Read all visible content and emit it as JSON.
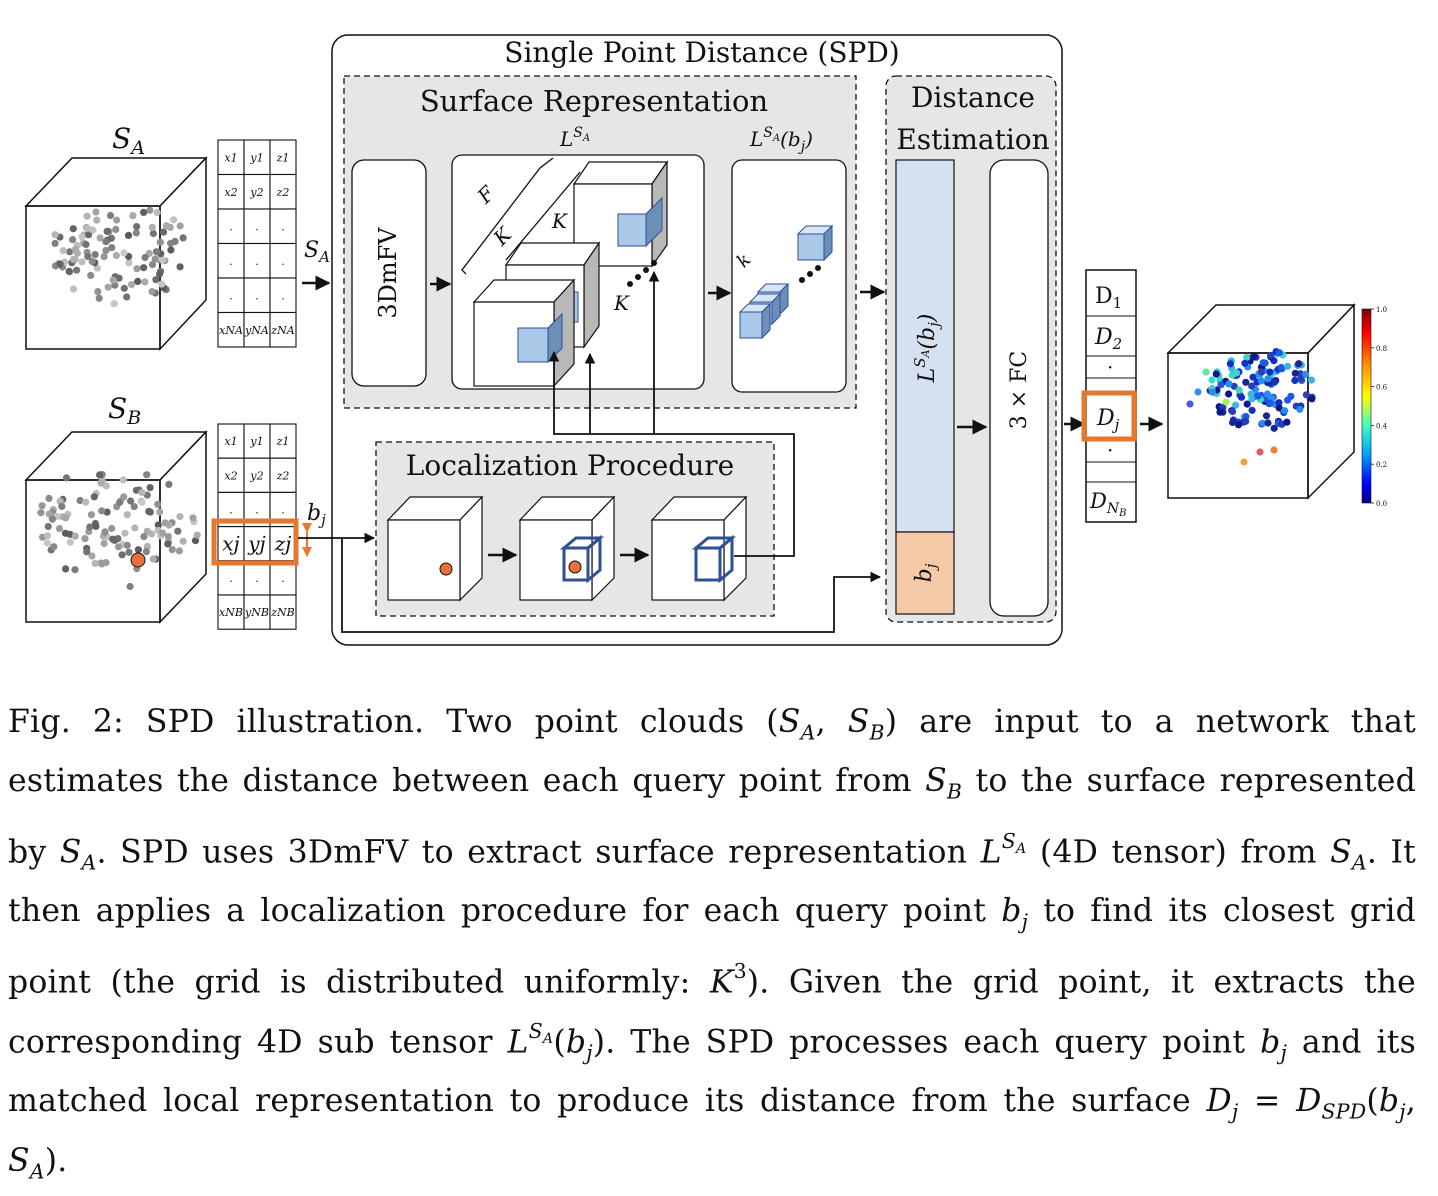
{
  "spd": {
    "title": "Single Point Distance (SPD)"
  },
  "surface": {
    "title": "Surface Representation",
    "block_3dmfv": "3DmFV",
    "tensor_label": "L",
    "tensor_sup": "S",
    "tensor_sup_sub": "A",
    "local_label": "L",
    "local_sup": "S",
    "local_sup_sub": "A",
    "local_arg": "(b",
    "local_arg_sub": "j",
    "local_arg_close": ")",
    "dim_f": "F",
    "dim_k1": "K",
    "dim_k2": "K",
    "dim_k3": "K",
    "dim_k_small": "k"
  },
  "localization": {
    "title": "Localization Procedure"
  },
  "distance": {
    "title_line1": "Distance",
    "title_line2": "Estimation",
    "feature_label": "L^{S_A}(b_j)",
    "query_label": "b_j",
    "fc_label": "3 × FC"
  },
  "inputs": {
    "sa_label": "S",
    "sa_sub": "A",
    "sb_label": "S",
    "sb_sub": "B",
    "sa_arrow_label": "S",
    "sa_arrow_sub": "A",
    "bj_arrow_label": "b",
    "bj_arrow_sub": "j",
    "table_a_rows": [
      [
        "x1",
        "y1",
        "z1"
      ],
      [
        "x2",
        "y2",
        "z2"
      ],
      [
        ".",
        ".",
        "."
      ],
      [
        ".",
        ".",
        "."
      ],
      [
        ".",
        ".",
        "."
      ],
      [
        "xNA",
        "yNA",
        "zNA"
      ]
    ],
    "table_b_rows": [
      [
        "x1",
        "y1",
        "z1"
      ],
      [
        "x2",
        "y2",
        "z2"
      ],
      [
        ".",
        ".",
        "."
      ],
      [
        "xj",
        "yj",
        "zj"
      ],
      [
        ".",
        ".",
        "."
      ],
      [
        "xNB",
        "yNB",
        "zNB"
      ]
    ]
  },
  "outputs": {
    "d1": "D",
    "d1_sub": "1",
    "d2": "D",
    "d2_sub": "2",
    "dots1": "·",
    "dj": "D",
    "dj_sub": "j",
    "dots2": "·",
    "dn": "D",
    "dn_sub": "N",
    "dn_subsub": "B"
  },
  "colorbar": {
    "ticks": [
      "1.0",
      "0.8",
      "0.6",
      "0.4",
      "0.2",
      "0.0"
    ],
    "range": [
      0.0,
      1.0
    ]
  },
  "colors": {
    "highlight": "#e5772e",
    "query_point": "#e8713a",
    "cube_blue": "#aac8e8",
    "cube_blue_dark": "#6c8fb8",
    "panel_gray": "#e6e6e6",
    "feature_bar": "#d5e1f1",
    "query_bar": "#f4c9a8",
    "local_cube": "#2f4f96"
  },
  "caption": {
    "fig": "Fig. 2:",
    "text": "SPD illustration. Two point clouds (S_A, S_B) are input to a network that estimates the distance between each query point from S_B to the surface represented by S_A. SPD uses 3DmFV to extract surface representation L^{S_A} (4D tensor) from S_A. It then applies a localization procedure for each query point b_j to find its closest grid point (the grid is distributed uniformly: K^3). Given the grid point, it extracts the corresponding 4D sub tensor L^{S_A}(b_j). The SPD processes each query point b_j and its matched local representation to produce its distance from the surface D_j = D_{SPD}(b_j, S_A)."
  }
}
